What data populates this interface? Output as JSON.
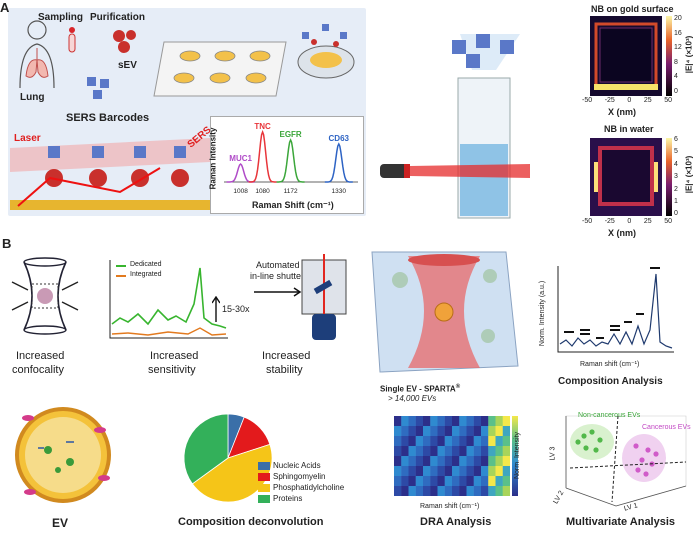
{
  "panelA": {
    "label": "A",
    "lung": "Lung",
    "sampling": "Sampling",
    "purification": "Purification",
    "sev": "sEV",
    "sers_barcodes": "SERS Barcodes",
    "laser": "Laser",
    "sers": "SERS",
    "spectrum": {
      "ylabel": "Raman Intensity",
      "xlabel": "Raman Shift (cm⁻¹)",
      "peaks": [
        {
          "name": "MUC1",
          "shift": 1008,
          "color": "#b04bc8"
        },
        {
          "name": "TNC",
          "shift": 1080,
          "color": "#e8353a"
        },
        {
          "name": "EGFR",
          "shift": 1172,
          "color": "#3ba63a"
        },
        {
          "name": "CD63",
          "shift": 1330,
          "color": "#2d63c4"
        }
      ],
      "ticks": [
        "1008",
        "1080",
        "1172",
        "1330"
      ]
    },
    "heat1": {
      "title": "NB on gold surface",
      "xlabel": "X (nm)",
      "cbar_label": "|E|⁴ (×10³)",
      "cbar_ticks": [
        "20",
        "16",
        "12",
        "8",
        "4",
        "0"
      ],
      "xticks": [
        "-50",
        "-25",
        "0",
        "25",
        "50"
      ]
    },
    "heat2": {
      "title": "NB in water",
      "xlabel": "X (nm)",
      "cbar_label": "|E|⁴ (×10³)",
      "cbar_ticks": [
        "6",
        "5",
        "4",
        "3",
        "2",
        "1",
        "0"
      ],
      "xticks": [
        "-50",
        "-25",
        "0",
        "25",
        "50"
      ]
    }
  },
  "panelB": {
    "label": "B",
    "confocality": {
      "line1": "Increased",
      "line2": "confocality"
    },
    "sensitivity": {
      "line1": "Increased",
      "line2": "sensitivity",
      "legend": [
        "Dedicated",
        "Integrated"
      ],
      "gain": "15-30x"
    },
    "stability": {
      "line1": "Increased",
      "line2": "stability",
      "shutter1": "Automated",
      "shutter2": "in-line shutter"
    },
    "sparta": {
      "title": "Single EV - SPARTA",
      "sup": "®",
      "count": "> 14,000 EVs"
    },
    "composition": {
      "ylabel": "Norm. Intensity (a.u.)",
      "xlabel": "Raman shift (cm⁻¹)",
      "title": "Composition Analysis"
    },
    "ev_label": "EV",
    "pie": {
      "title": "Composition deconvolution",
      "slices": [
        {
          "name": "Nucleic Acids",
          "value": 6,
          "color": "#3a6fa8"
        },
        {
          "name": "Sphingomyelin",
          "value": 14,
          "color": "#e31a1c"
        },
        {
          "name": "Phosphatidylcholine",
          "value": 45,
          "color": "#f5c518"
        },
        {
          "name": "Proteins",
          "value": 35,
          "color": "#33b05a"
        }
      ]
    },
    "dra": {
      "xlabel": "Raman shift (cm⁻¹)",
      "cbar_label": "Norm. Intensity",
      "title": "DRA Analysis"
    },
    "multi": {
      "title": "Multivariate Analysis",
      "non_cancer": "Non-cancerous EVs",
      "cancer": "Cancerous EVs",
      "axes": [
        "LV 3",
        "LV 2",
        "LV 1"
      ]
    }
  }
}
